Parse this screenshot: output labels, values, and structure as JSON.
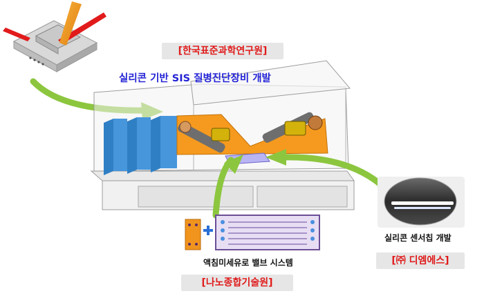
{
  "labels": {
    "kriss": "[한국표준과학연구원]",
    "title": "실리콘 기반 SIS 질병진단장비 개발",
    "sensor_caption": "실리콘 센서칩 개발",
    "dms": "[㈜ 디엠에스]",
    "valve_caption": "액침미세유로 밸브 시스템",
    "nnfc": "[나노종합기술원]"
  },
  "colors": {
    "label_text": "#e01b1b",
    "title_text": "#2323d6",
    "arrow": "#8cc63f",
    "orange_plate": "#f59a1e",
    "blue_blocks": "#3d8fd6",
    "sensor_dark": "#2a2a2a"
  },
  "icons": {
    "plus": "plus-icon"
  }
}
